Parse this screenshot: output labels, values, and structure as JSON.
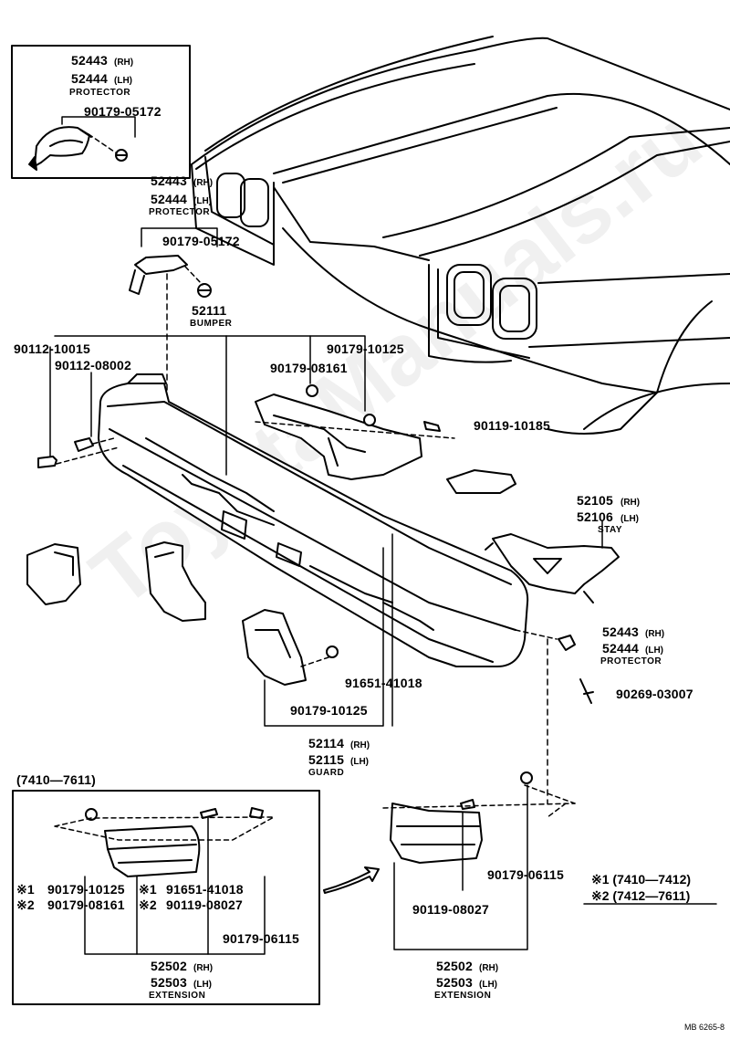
{
  "watermark": "ToyotaManuals.ru",
  "diagram_code": "MB 6265-8",
  "labels": {
    "top_inset_protector_rh": "52443",
    "top_inset_protector_rh_side": "(RH)",
    "top_inset_protector_lh": "52444",
    "top_inset_protector_lh_side": "(LH)",
    "top_inset_protector_name": "PROTECTOR",
    "top_inset_nut": "90179-05172",
    "protector_rh": "52443",
    "protector_rh_side": "(RH)",
    "protector_lh": "52444",
    "protector_lh_side": "(LH)",
    "protector_name": "PROTECTOR",
    "protector_nut": "90179-05172",
    "bumper_num": "52111",
    "bumper_name": "BUMPER",
    "bolt_10015": "90112-10015",
    "bolt_08002": "90112-08002",
    "nut_10125_top": "90179-10125",
    "nut_08161_top": "90179-08161",
    "bolt_10185": "90119-10185",
    "stay_rh": "52105",
    "stay_rh_side": "(RH)",
    "stay_lh": "52106",
    "stay_lh_side": "(LH)",
    "stay_name": "STAY",
    "right_protector_rh": "52443",
    "right_protector_rh_side": "(RH)",
    "right_protector_lh": "52444",
    "right_protector_lh_side": "(LH)",
    "right_protector_name": "PROTECTOR",
    "screw_03007": "90269-03007",
    "bolt_41018": "91651-41018",
    "nut_10125_guard": "90179-10125",
    "guard_rh": "52114",
    "guard_rh_side": "(RH)",
    "guard_lh": "52115",
    "guard_lh_side": "(LH)",
    "guard_name": "GUARD",
    "inset_period": "(7410—7611)",
    "inset_note1_mark": "※1",
    "inset_note1_part": "90179-10125",
    "inset_note2_mark": "※2",
    "inset_note2_part": "90179-08161",
    "inset_note3_mark": "※1",
    "inset_note3_part": "91651-41018",
    "inset_note4_mark": "※2",
    "inset_note4_part": "90119-08027",
    "inset_nut_06115": "90179-06115",
    "inset_ext_rh": "52502",
    "inset_ext_rh_side": "(RH)",
    "inset_ext_lh": "52503",
    "inset_ext_lh_side": "(LH)",
    "inset_ext_name": "EXTENSION",
    "ext_nut_06115": "90179-06115",
    "ext_bolt_08027": "90119-08027",
    "ext_rh": "52502",
    "ext_rh_side": "(RH)",
    "ext_lh": "52503",
    "ext_lh_side": "(LH)",
    "ext_name": "EXTENSION",
    "legend_1": "※1  (7410—7412)",
    "legend_2": "※2  (7412—7611)"
  }
}
